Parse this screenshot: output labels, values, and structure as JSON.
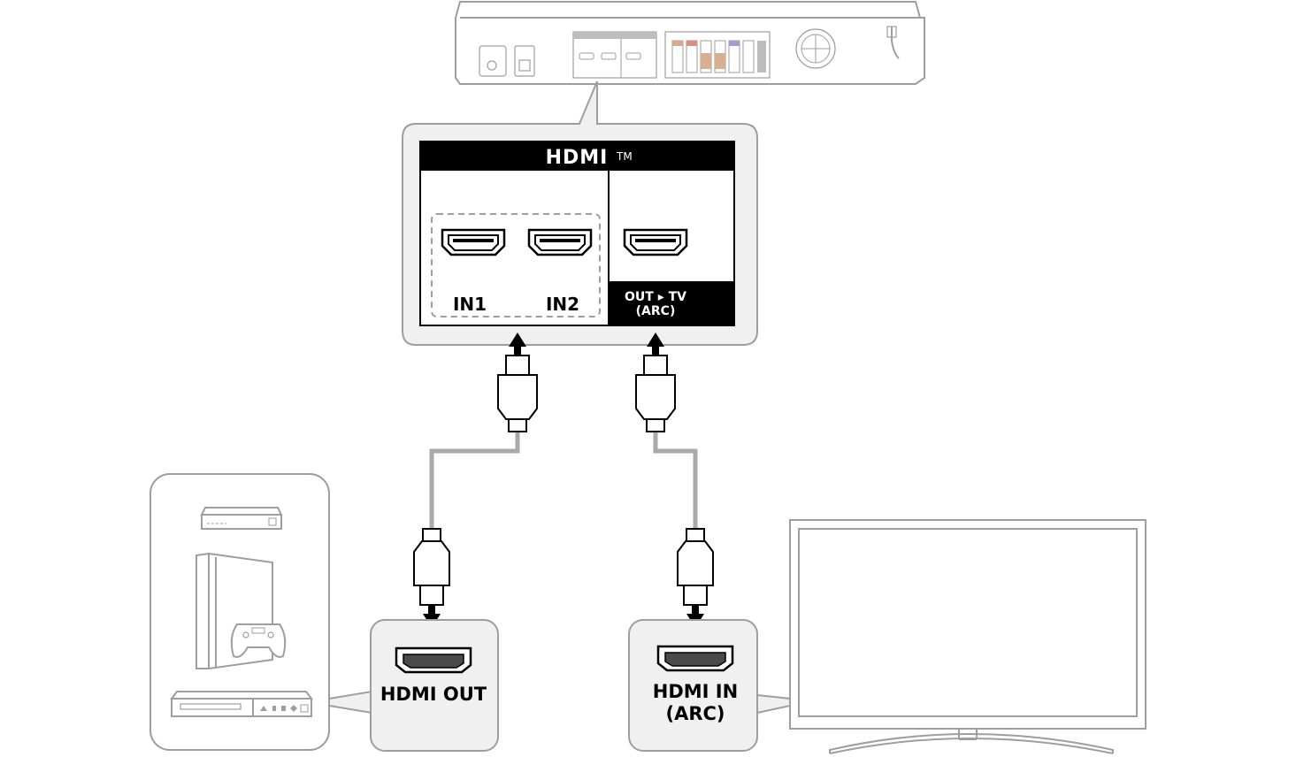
{
  "hdmi_panel": {
    "logo": "HDMI",
    "tm": "TM",
    "port_in1": "IN1",
    "port_in2": "IN2",
    "port_out_line1": "OUT ▸ TV",
    "port_out_line2": "(ARC)"
  },
  "source_device": {
    "port_label": "HDMI OUT"
  },
  "tv": {
    "port_label_line1": "HDMI IN",
    "port_label_line2": "(ARC)"
  },
  "colors": {
    "outline": "#9e9e9e",
    "panel_fill": "#f0f0f0",
    "black": "#000000",
    "cable": "#aaaaaa"
  }
}
